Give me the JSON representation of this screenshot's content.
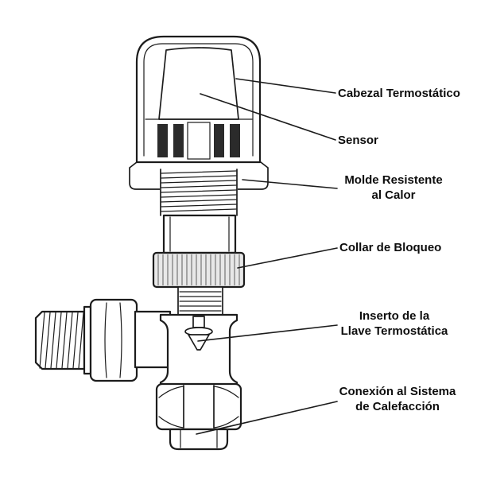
{
  "figure": {
    "type": "labeled-diagram",
    "labels": [
      {
        "id": "cabezal",
        "text": "Cabezal Termostático"
      },
      {
        "id": "sensor",
        "text": "Sensor"
      },
      {
        "id": "molde",
        "text": "Molde Resistente\nal Calor"
      },
      {
        "id": "collar",
        "text": "Collar de Bloqueo"
      },
      {
        "id": "inserto",
        "text": "Inserto de la\nLlave Termostática"
      },
      {
        "id": "conexion",
        "text": "Conexión al Sistema\nde Calefacción"
      }
    ],
    "colors": {
      "line": "#1c1c1c",
      "text": "#0d0d0d",
      "background": "#ffffff",
      "collar_fill": "#e8e8e8",
      "slot_fill": "#2b2b2b"
    }
  }
}
